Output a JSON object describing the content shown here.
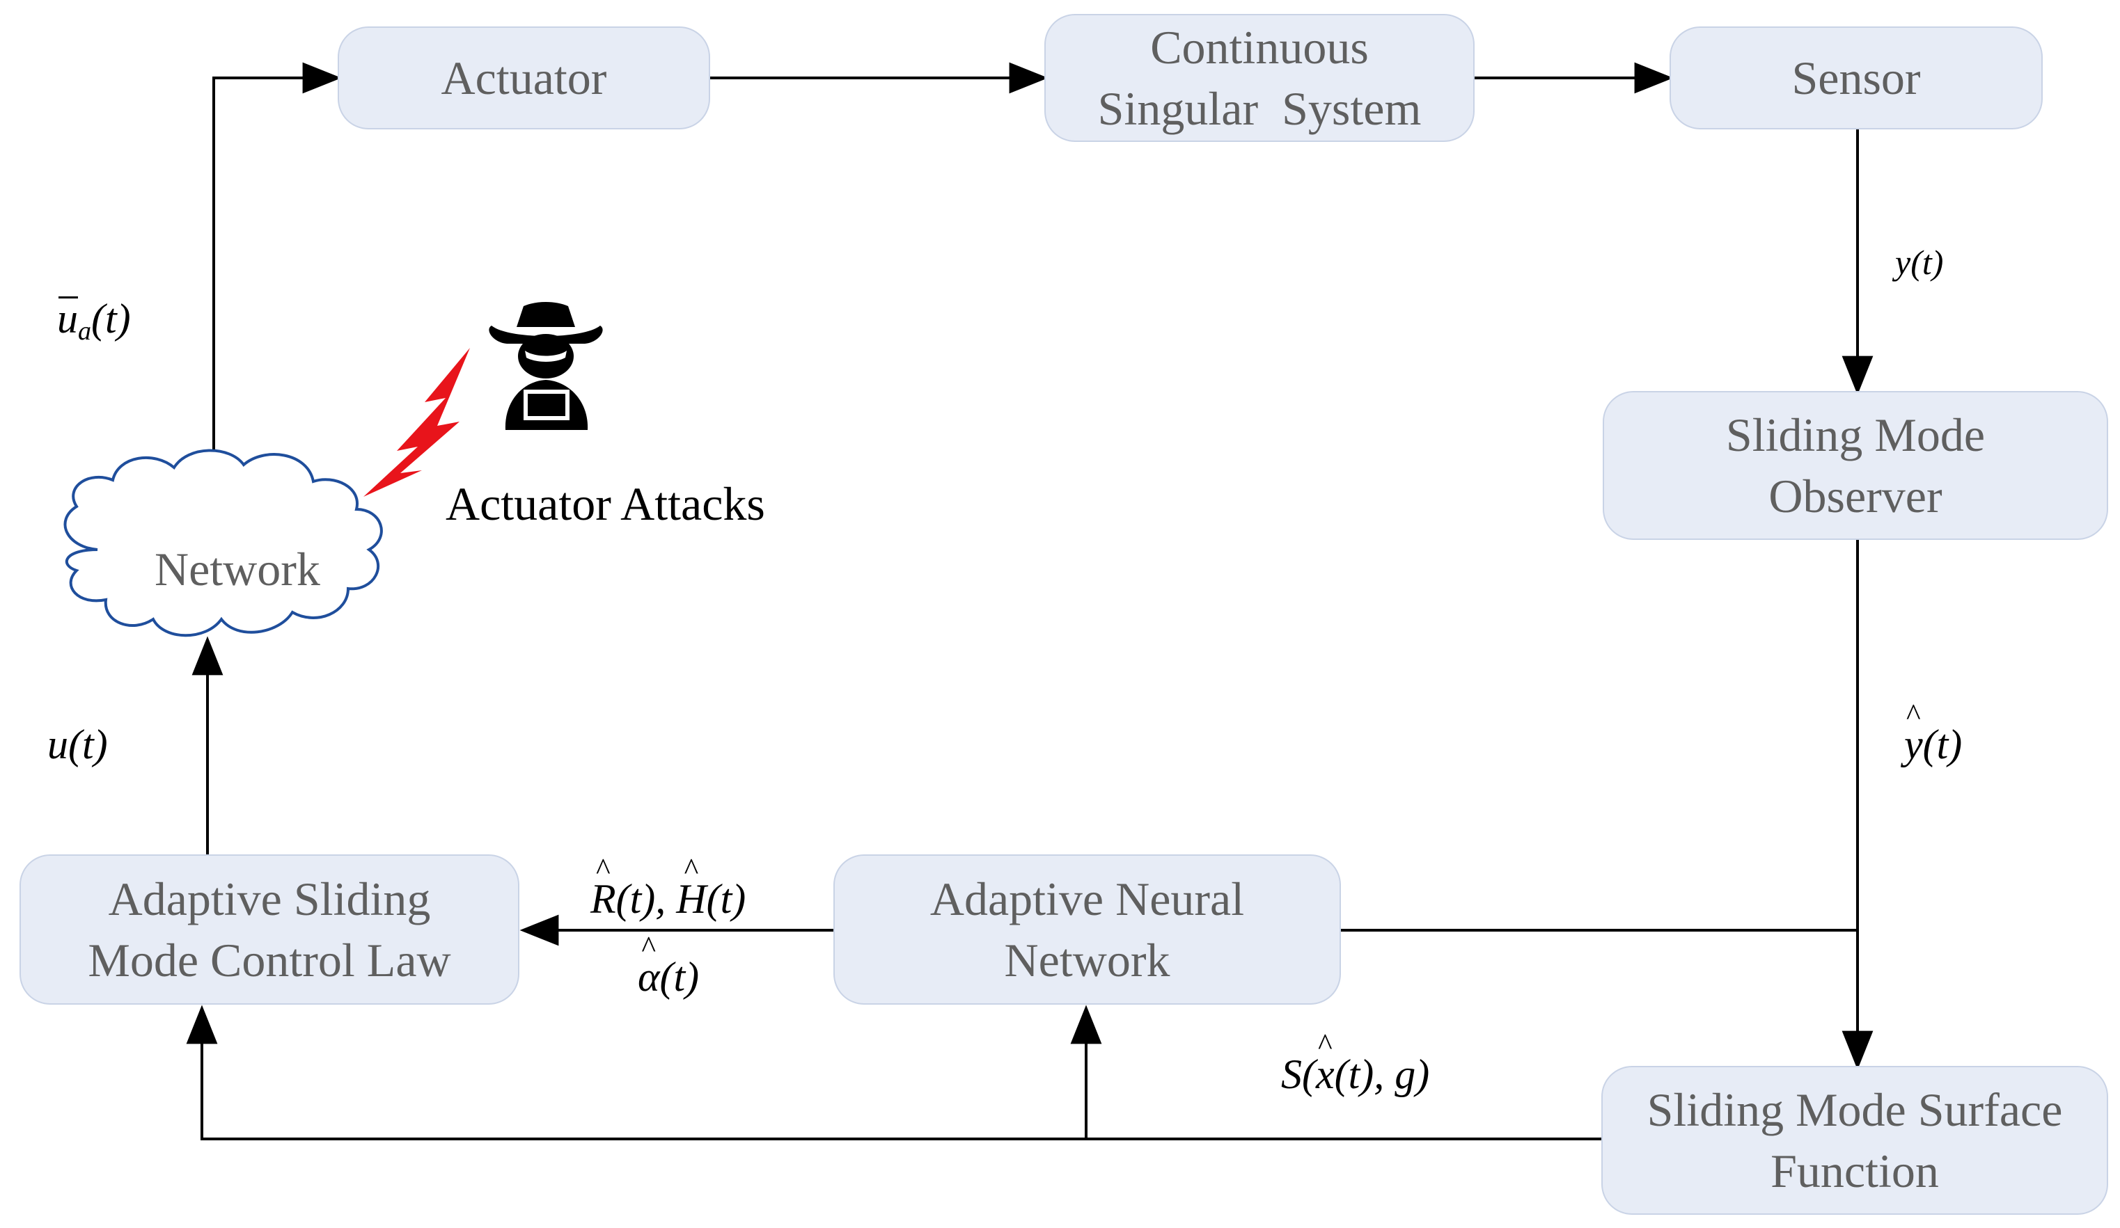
{
  "blocks": {
    "actuator": "Actuator",
    "continuous_singular_system": [
      "Continuous",
      "Singular  System"
    ],
    "sensor": "Sensor",
    "sliding_mode_observer": [
      "Sliding Mode",
      "Observer"
    ],
    "adaptive_sliding_mode_control_law": [
      "Adaptive Sliding",
      "Mode Control Law"
    ],
    "adaptive_neural_network": [
      "Adaptive Neural",
      "Network"
    ],
    "sliding_mode_surface_function": [
      "Sliding Mode Surface",
      "Function"
    ],
    "network": "Network"
  },
  "attack_label": "Actuator Attacks",
  "signals": {
    "ua_base": "u",
    "ua_sub": "a",
    "ua_arg": "(t)",
    "yt": "y(t)",
    "yhat_base": "y",
    "yhat_arg": "(t)",
    "ut": "u(t)",
    "R_base": "R",
    "R_arg": "(t), ",
    "H_base": "H",
    "H_arg": "(t)",
    "alpha_base": "α",
    "alpha_arg": "(t)",
    "S_pre": "S(",
    "S_x": "x",
    "S_post": "(t), g)"
  },
  "colors": {
    "box_fill": "#e7ecf6",
    "box_border": "#c9d3e6",
    "box_text": "#5f5f5f",
    "cloud_outline": "#1f4e9c",
    "lightning": "#e8141b",
    "line": "#000000"
  },
  "icons": [
    "cloud-icon",
    "lightning-icon",
    "hacker-icon"
  ]
}
